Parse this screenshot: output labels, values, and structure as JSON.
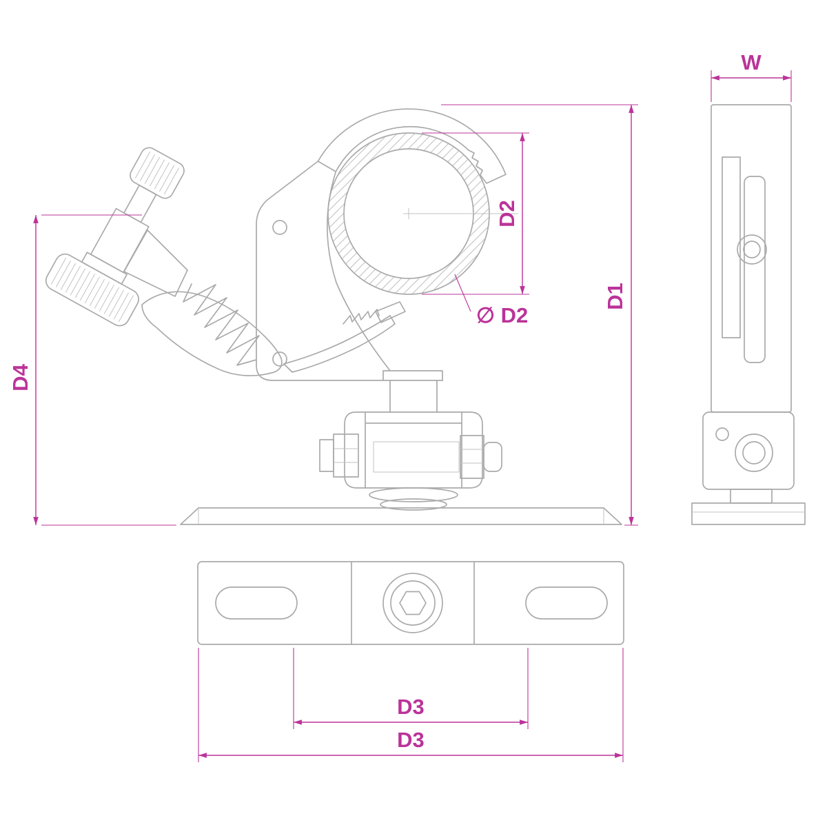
{
  "colors": {
    "line": "#aaaaaa",
    "line_thin": "#c2c2c2",
    "dimension": "#bb3399",
    "background": "#ffffff"
  },
  "labels": {
    "w": "W",
    "d1": "D1",
    "d2": "D2",
    "d2_diameter": "∅ D2",
    "d4": "D4",
    "d3_inner": "D3",
    "d3_outer": "D3"
  }
}
